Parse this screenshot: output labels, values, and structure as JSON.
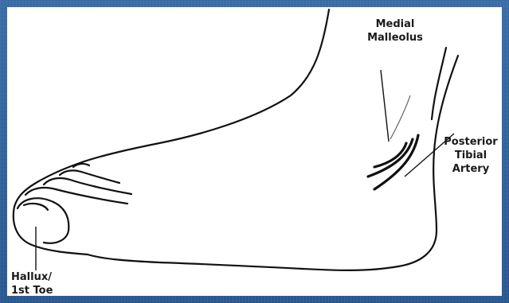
{
  "labels": {
    "medial_malleolus": {
      "line1": "Medial",
      "line2": "Malleolus"
    },
    "posterior_tibial_artery": {
      "line1": "Posterior",
      "line2": "Tibial",
      "line3": "Artery"
    },
    "hallux": {
      "line1": "Hallux/",
      "line2": "1st Toe"
    }
  },
  "colors": {
    "background": "#2f5f96",
    "panel": "#ffffff",
    "ink": "#111111"
  }
}
